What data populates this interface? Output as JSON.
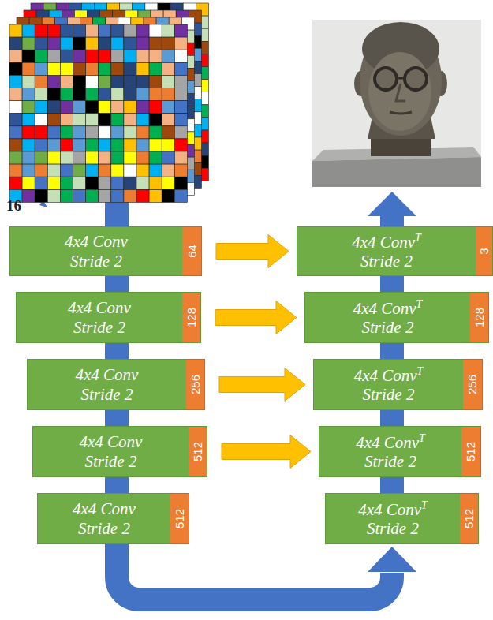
{
  "diagram": {
    "nodes": [
      {
        "text": [
          "4x4 Conv Stride 2"
        ]
      },
      {
        "text": [
          "64"
        ],
        "in": 0
      },
      {
        "text": [
          "4x4 Conv",
          "T",
          "Stride 2"
        ]
      },
      {
        "text": [
          "3"
        ],
        "in": 2
      },
      {
        "text": [
          "4x4 Conv Stride 2"
        ]
      },
      {
        "text": [
          "128"
        ],
        "in": 4
      },
      {
        "text": [
          "4x4 Conv",
          "T",
          "Stride 2"
        ]
      },
      {
        "text": [
          "128"
        ],
        "in": 6
      },
      {
        "text": [
          "4x4 Conv Stride 2"
        ]
      },
      {
        "text": [
          "256"
        ],
        "in": 8
      },
      {
        "text": [
          "4x4 Conv",
          "T",
          "Stride 2"
        ]
      },
      {
        "text": [
          "256"
        ],
        "in": 10
      },
      {
        "text": [
          "4x4 Conv Stride 2"
        ]
      },
      {
        "text": [
          "512"
        ],
        "in": 12
      },
      {
        "text": [
          "4x4 Conv",
          "T",
          "Stride 2"
        ]
      },
      {
        "text": [
          "512"
        ],
        "in": 14
      },
      {
        "text": [
          "4x4 Conv Stride 2"
        ]
      },
      {
        "text": [
          "512"
        ],
        "in": 16
      },
      {
        "text": [
          "4x4 Conv",
          "T",
          "Stride 2"
        ]
      },
      {
        "text": [
          "512"
        ],
        "in": 18
      }
    ],
    "edges": [
      {
        "from": 0,
        "to": 2,
        "arrow": "to"
      },
      {
        "from": 4,
        "to": 6,
        "arrow": "to"
      },
      {
        "from": 8,
        "to": 10,
        "arrow": "to"
      },
      {
        "from": 12,
        "to": 14,
        "arrow": "to"
      },
      {
        "from": 0,
        "to": 4,
        "arrow": "none"
      },
      {
        "from": 4,
        "to": 8,
        "arrow": "none"
      },
      {
        "from": 8,
        "to": 12,
        "arrow": "none"
      },
      {
        "from": 12,
        "to": 16,
        "arrow": "none"
      },
      {
        "from": 16,
        "to": 18,
        "arrow": "to"
      },
      {
        "from": 18,
        "to": 14,
        "arrow": "none"
      },
      {
        "from": 14,
        "to": 10,
        "arrow": "none"
      },
      {
        "from": 10,
        "to": 6,
        "arrow": "none"
      },
      {
        "from": 6,
        "to": 2,
        "arrow": "none"
      }
    ],
    "labels": [
      "16"
    ]
  }
}
